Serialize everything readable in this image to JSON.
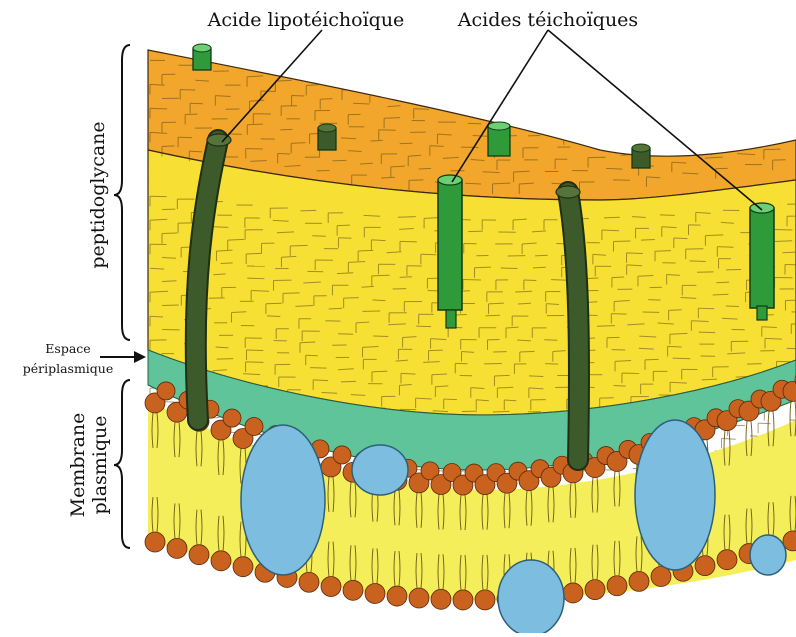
{
  "labels": {
    "lipoteichoic": "Acide lipotéichoïque",
    "teichoic": "Acides téichoïques",
    "peptidoglycan": "peptidoglycane",
    "periplasmic_line1": "Espace",
    "periplasmic_line2": "périplasmique",
    "membrane_line1": "Membrane",
    "membrane_line2": "plasmique"
  },
  "colors": {
    "peptidoglycan_top": "#f2a62b",
    "peptidoglycan_body": "#f7e033",
    "periplasmic_space": "#5fc49a",
    "lipid_head": "#c8621e",
    "lipid_core": "#f4ee5a",
    "protein": "#7dbde0",
    "lipoteichoic_acid": "#3d5a2a",
    "teichoic_acid": "#2f9a3a"
  }
}
